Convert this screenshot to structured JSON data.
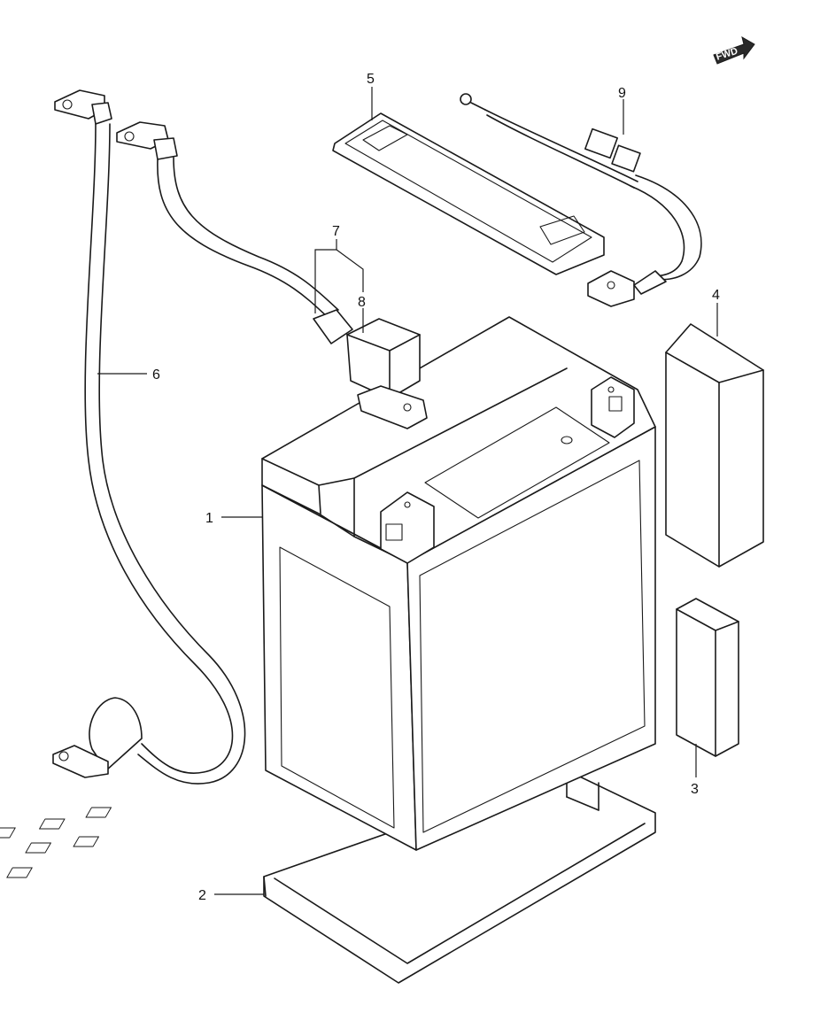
{
  "diagram": {
    "direction_badge": "FWD",
    "callouts": [
      {
        "id": "1",
        "label": "1"
      },
      {
        "id": "2",
        "label": "2"
      },
      {
        "id": "3",
        "label": "3"
      },
      {
        "id": "4",
        "label": "4"
      },
      {
        "id": "5",
        "label": "5"
      },
      {
        "id": "6",
        "label": "6"
      },
      {
        "id": "7",
        "label": "7"
      },
      {
        "id": "8",
        "label": "8"
      },
      {
        "id": "9",
        "label": "9"
      }
    ]
  }
}
